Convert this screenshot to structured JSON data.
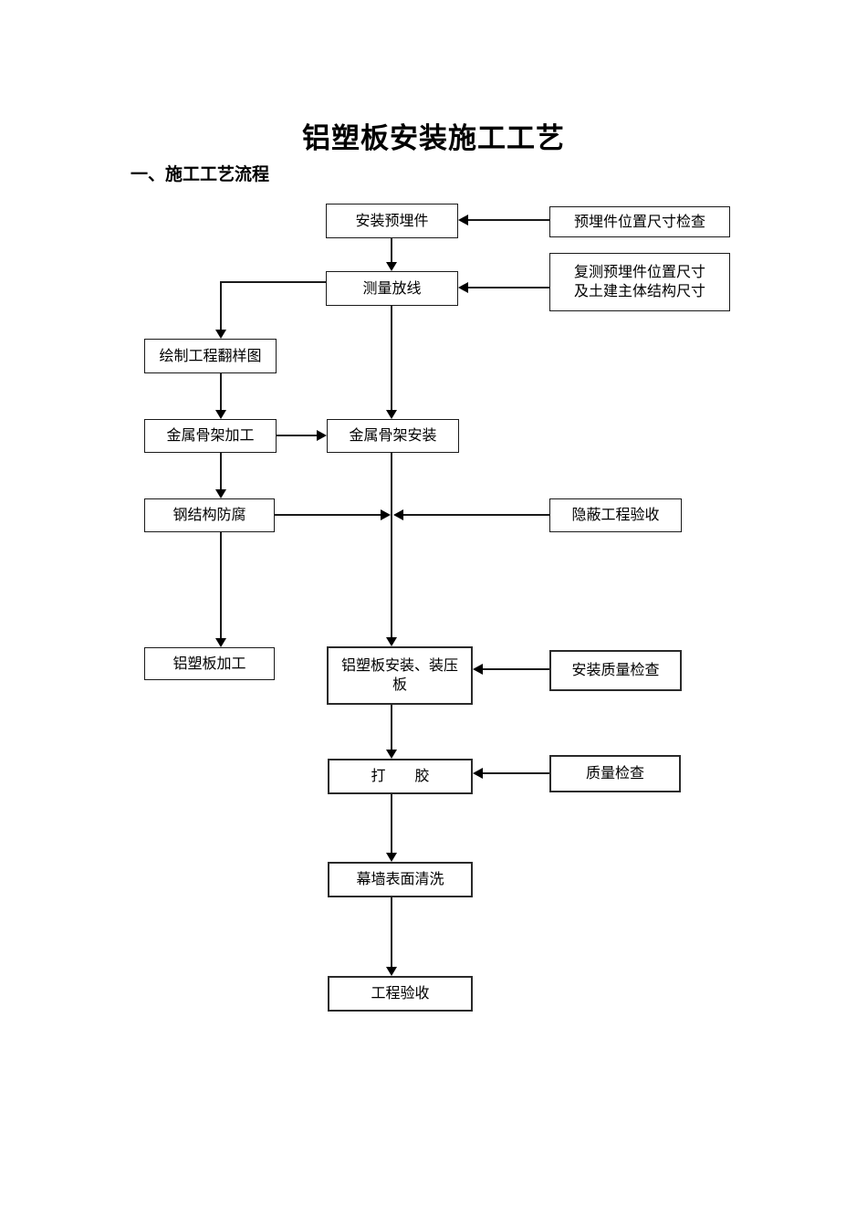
{
  "document": {
    "title": "铝塑板安装施工工艺",
    "section_heading": "一、施工工艺流程"
  },
  "flowchart": {
    "nodes": [
      {
        "id": "install-embedded-parts",
        "label": "安装预埋件"
      },
      {
        "id": "embedded-parts-check",
        "label": "预埋件位置尺寸检查"
      },
      {
        "id": "measure-setout",
        "label": "测量放线"
      },
      {
        "id": "recheck-dimensions",
        "label": "复测预埋件位置尺寸\n及土建主体结构尺寸"
      },
      {
        "id": "shop-drawing",
        "label": "绘制工程翻样图"
      },
      {
        "id": "frame-fabrication",
        "label": "金属骨架加工"
      },
      {
        "id": "frame-installation",
        "label": "金属骨架安装"
      },
      {
        "id": "steel-anticorrosion",
        "label": "钢结构防腐"
      },
      {
        "id": "concealed-work-acceptance",
        "label": "隐蔽工程验收"
      },
      {
        "id": "panel-fabrication",
        "label": "铝塑板加工"
      },
      {
        "id": "panel-installation",
        "label": "铝塑板安装、装压\n板"
      },
      {
        "id": "installation-quality-check",
        "label": "安装质量检查"
      },
      {
        "id": "sealant",
        "label": "打　　胶"
      },
      {
        "id": "quality-check",
        "label": "质量检查"
      },
      {
        "id": "curtain-wall-cleaning",
        "label": "幕墙表面清洗"
      },
      {
        "id": "project-acceptance",
        "label": "工程验收"
      }
    ],
    "edges": [
      {
        "from": "embedded-parts-check",
        "to": "install-embedded-parts"
      },
      {
        "from": "install-embedded-parts",
        "to": "measure-setout"
      },
      {
        "from": "recheck-dimensions",
        "to": "measure-setout"
      },
      {
        "from": "measure-setout",
        "to": "shop-drawing"
      },
      {
        "from": "shop-drawing",
        "to": "frame-fabrication"
      },
      {
        "from": "measure-setout",
        "to": "frame-installation"
      },
      {
        "from": "frame-fabrication",
        "to": "frame-installation"
      },
      {
        "from": "frame-fabrication",
        "to": "steel-anticorrosion"
      },
      {
        "from": "frame-installation",
        "to": "panel-installation"
      },
      {
        "from": "steel-anticorrosion",
        "to": "panel-installation"
      },
      {
        "from": "concealed-work-acceptance",
        "to": "panel-installation"
      },
      {
        "from": "steel-anticorrosion",
        "to": "panel-fabrication"
      },
      {
        "from": "installation-quality-check",
        "to": "panel-installation"
      },
      {
        "from": "panel-installation",
        "to": "sealant"
      },
      {
        "from": "quality-check",
        "to": "sealant"
      },
      {
        "from": "sealant",
        "to": "curtain-wall-cleaning"
      },
      {
        "from": "curtain-wall-cleaning",
        "to": "project-acceptance"
      }
    ],
    "line_color": "#000000",
    "box_background": "#ffffff"
  }
}
